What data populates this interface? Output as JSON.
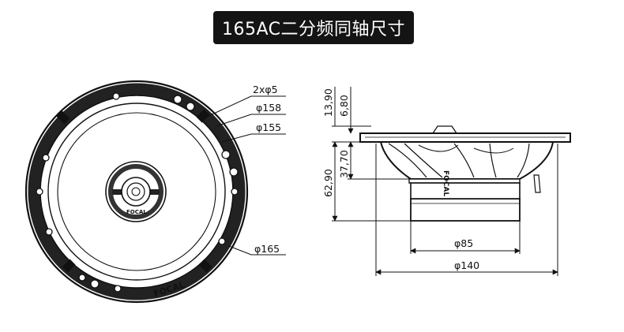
{
  "title": "165AC二分频同轴尺寸",
  "front_view": {
    "dims": {
      "holes": "2xφ5",
      "d158": "φ158",
      "d155": "φ155",
      "d165": "φ165"
    },
    "logo": "FOCAL",
    "center_logo": "FOCAL"
  },
  "side_view": {
    "dims": {
      "h_13_90": "13,90",
      "h_6_80": "6,80",
      "h_62_90": "62,90",
      "h_37_70": "37,70",
      "d85": "φ85",
      "d140": "φ140"
    },
    "logo": "FOCAL"
  }
}
